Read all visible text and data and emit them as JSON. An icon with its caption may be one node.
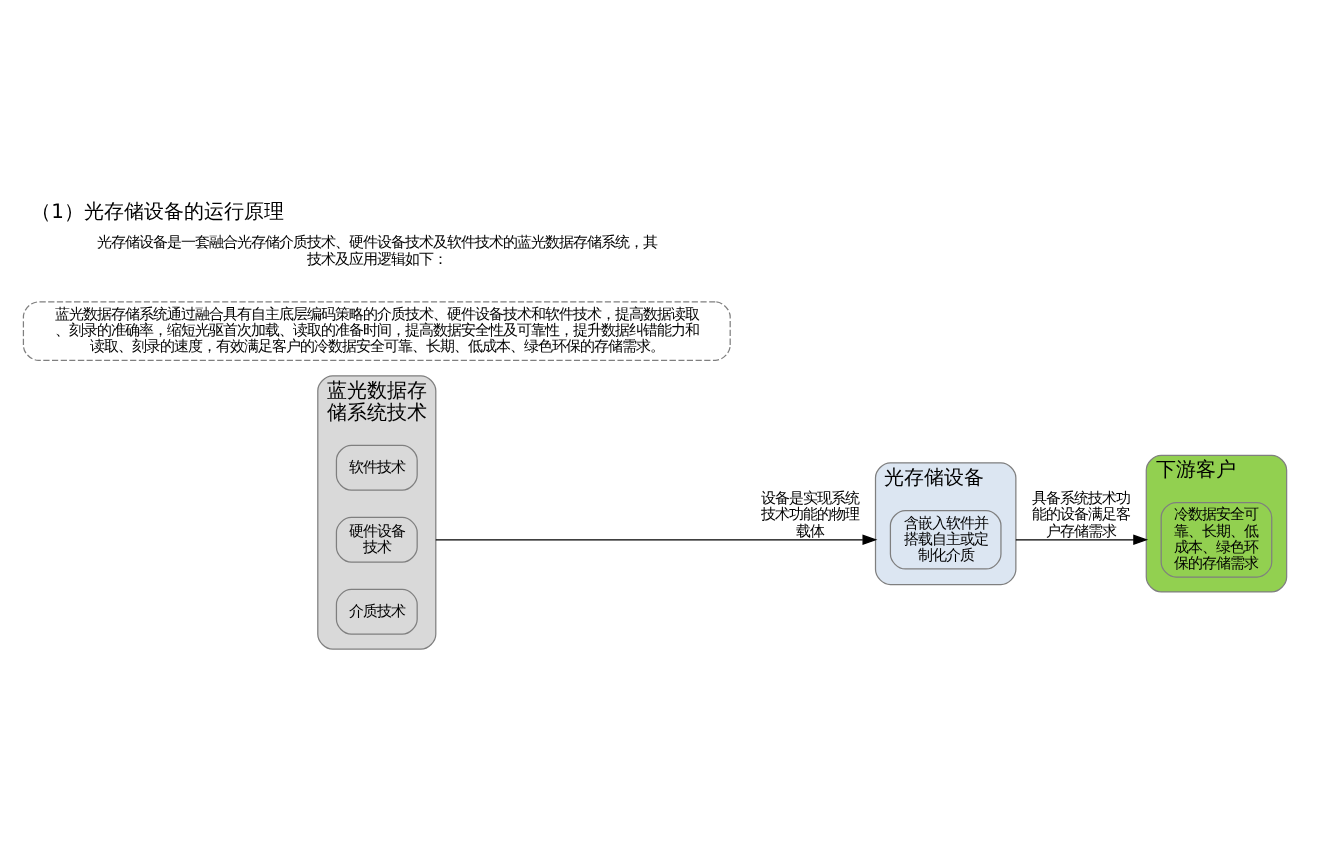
{
  "diagram": {
    "title": "（1）光存储设备的运行原理",
    "nodes": [
      {
        "text": [
          "蓝光数据存储系统技术"
        ]
      },
      {
        "text": [
          "软件技术"
        ],
        "in": 0
      },
      {
        "text": [
          "硬件设备技术"
        ],
        "in": 0
      },
      {
        "text": [
          "介质技术"
        ],
        "in": 0
      },
      {
        "text": [
          "光存储设备"
        ]
      },
      {
        "text": [
          "含嵌入软件并搭载自主或定制化介质"
        ],
        "in": 4
      },
      {
        "text": [
          "下游客户"
        ]
      },
      {
        "text": [
          "冷数据安全可靠、长期、低成本、绿色环保的存储需求"
        ],
        "in": 6
      },
      {
        "text": [
          "蓝光数据存储系统通过融合具有自主底层编码策略的介质技术、硬件设备技术和软件技术，提高数据读取、刻录的准确率，缩短光驱首次加载、读取的准备时间，提高数据安全性及可靠性，提升数据纠错能力和读取、刻录的速度，有效满足客户的冷数据安全可靠、长期、低成本、绿色环保的存储需求。"
        ]
      }
    ],
    "edges": [
      {
        "from": 0,
        "to": 4,
        "arrow": "to",
        "label": "设备是实现系统技术功能的物理载体"
      },
      {
        "from": 4,
        "to": 6,
        "arrow": "to",
        "label": "具备系统技术功能的设备满足客户存储需求"
      }
    ],
    "labels": [
      "光存储设备是一套融合光存储介质技术、硬件设备技术及软件技术的蓝光数据存储系统，其技术及应用逻辑如下："
    ]
  }
}
